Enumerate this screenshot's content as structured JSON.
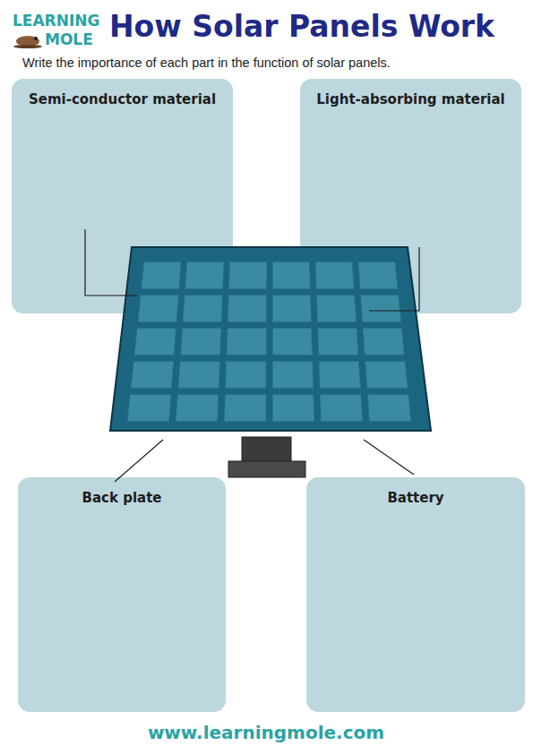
{
  "diagram": {
    "title": "How Solar Panels Work",
    "nodes": [
      {
        "text": [
          "Semi-conductor material"
        ]
      },
      {
        "text": [
          "Light-absorbing material"
        ]
      },
      {
        "text": [
          "Back plate"
        ]
      },
      {
        "text": [
          "Battery"
        ]
      }
    ],
    "labels": [
      "LEARNING",
      "MOLE",
      "Write the importance of each part in the function of solar panels.",
      "www.learningmole.com"
    ]
  }
}
